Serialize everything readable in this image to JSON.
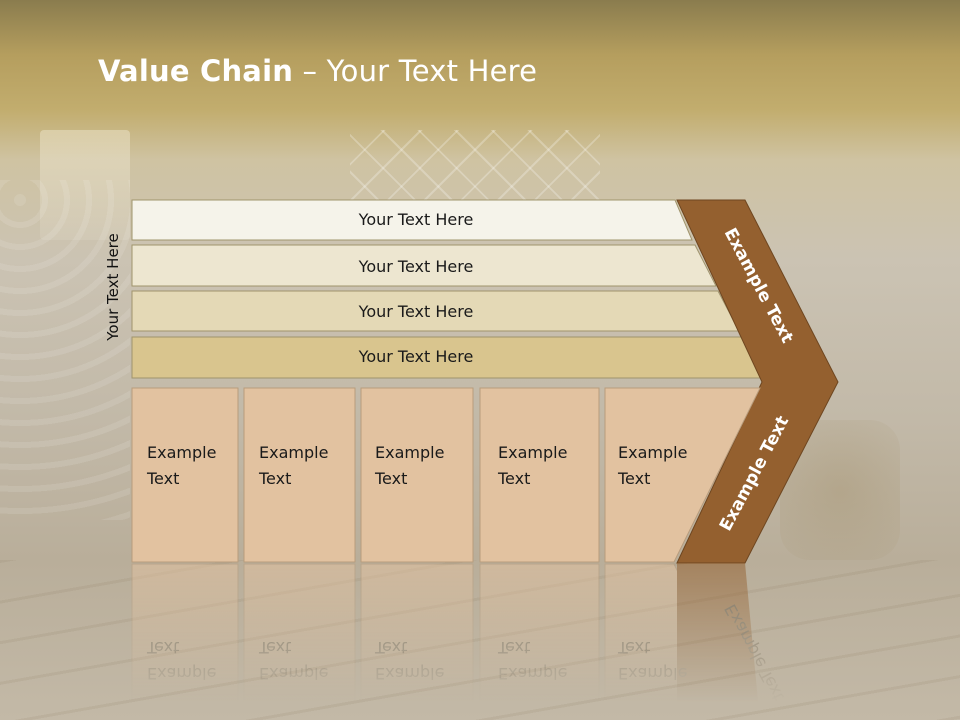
{
  "slide": {
    "title_bold": "Value Chain",
    "title_rest": " – Your Text Here",
    "side_label": "Your Text Here"
  },
  "support_rows": [
    {
      "label": "Your Text Here",
      "fill": "#f5f3ea"
    },
    {
      "label": "Your Text Here",
      "fill": "#ede6d0"
    },
    {
      "label": "Your Text Here",
      "fill": "#e4d9b6"
    },
    {
      "label": "Your Text Here",
      "fill": "#d9c58e"
    }
  ],
  "primary_boxes": [
    {
      "line1": "Example",
      "line2": "Text"
    },
    {
      "line1": "Example",
      "line2": "Text"
    },
    {
      "line1": "Example",
      "line2": "Text"
    },
    {
      "line1": "Example",
      "line2": "Text"
    },
    {
      "line1": "Example",
      "line2": "Text"
    }
  ],
  "margin_arrow": {
    "upper_label": "Example Text",
    "lower_label": "Example Text",
    "fill": "#94602f"
  },
  "colors": {
    "box_fill": "#e2c2a0",
    "box_stroke": "#b89c7c",
    "row_stroke": "#a0946c",
    "title_color": "#ffffff"
  }
}
